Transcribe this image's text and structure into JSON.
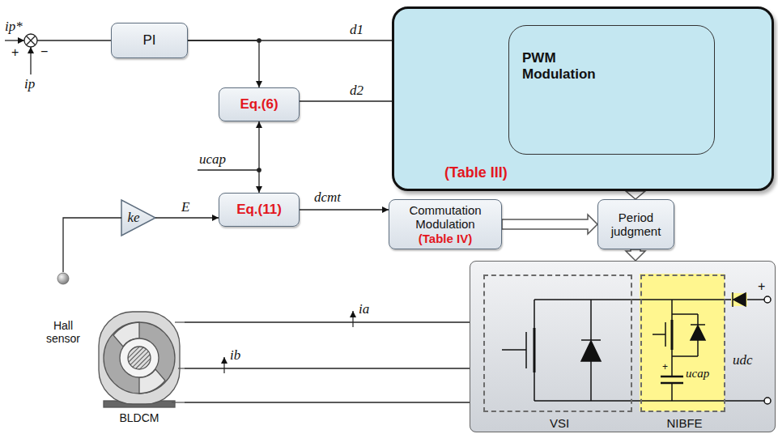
{
  "diagram": {
    "nodes": [
      {
        "text": [
          "PI"
        ]
      },
      {
        "text": [
          "(Table III)"
        ]
      },
      {
        "text": [
          "PWM Modulation"
        ],
        "in": 1
      },
      {
        "text": [
          "Eq.(6)"
        ]
      },
      {
        "text": [
          "Eq.(11)"
        ]
      },
      {
        "text": [
          "ke"
        ]
      },
      {
        "text": [
          "Commutation Modulation",
          "(Table IV)"
        ]
      },
      {
        "text": [
          "Period judgment"
        ]
      },
      {
        "text": [
          "Hall sensor"
        ]
      },
      {
        "text": [
          "BLDCM"
        ]
      },
      {
        "text": []
      },
      {
        "text": [
          "VSI"
        ],
        "in": 10
      },
      {
        "text": [
          "NIBFE"
        ],
        "in": 10
      }
    ],
    "edges": [
      {
        "from": 0,
        "to": 1,
        "arrow": "none",
        "label": "d1"
      },
      {
        "from": 0,
        "to": 3,
        "arrow": "to"
      },
      {
        "from": 3,
        "to": 1,
        "arrow": "none",
        "label": "d2"
      },
      {
        "from": 3,
        "to": 4,
        "arrow": "both"
      },
      {
        "from": 5,
        "to": 4,
        "arrow": "to",
        "label": "E"
      },
      {
        "from": 4,
        "to": 6,
        "arrow": "to",
        "label": "dcmt"
      },
      {
        "from": 1,
        "to": 7,
        "arrow": "to"
      },
      {
        "from": 6,
        "to": 7,
        "arrow": "to"
      },
      {
        "from": 7,
        "to": 10,
        "arrow": "to"
      },
      {
        "from": 8,
        "to": 5,
        "arrow": "none"
      },
      {
        "from": 9,
        "to": 10,
        "arrow": "none",
        "label": "ia"
      },
      {
        "from": 9,
        "to": 10,
        "arrow": "none",
        "label": "ib"
      },
      {
        "from": 9,
        "to": 10,
        "arrow": "none"
      }
    ],
    "labels": [
      "ip*",
      "+",
      "−",
      "ip",
      "ucap",
      "+",
      "ucap",
      "udc",
      "+"
    ]
  }
}
